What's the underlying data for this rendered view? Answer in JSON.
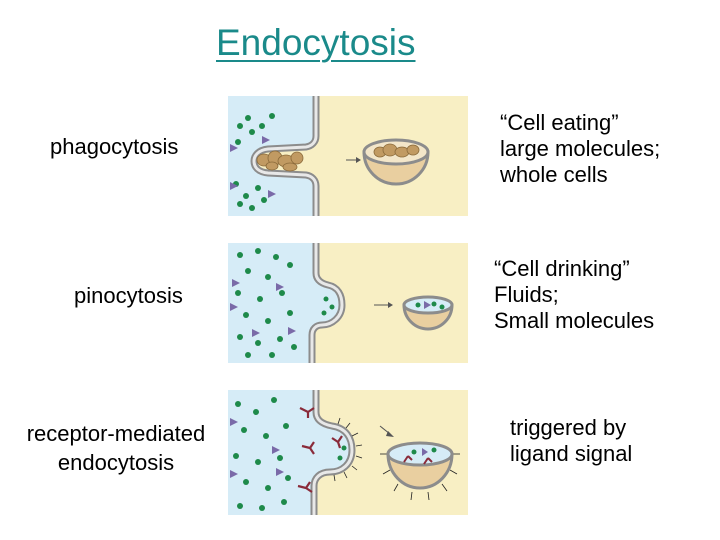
{
  "title": "Endocytosis",
  "processes": [
    {
      "name": "phagocytosis",
      "description": [
        "“Cell eating”",
        "large molecules;",
        "whole cells"
      ]
    },
    {
      "name": "pinocytosis",
      "description": [
        "“Cell drinking”",
        "Fluids;",
        "Small molecules"
      ]
    },
    {
      "name_lines": [
        "receptor-mediated",
        "endocytosis"
      ],
      "description": [
        "triggered by",
        "ligand signal"
      ]
    }
  ],
  "colors": {
    "title": "#1a8a8a",
    "extracellular": "#d6ecf7",
    "cytoplasm": "#f8efc4",
    "membrane": "#9a9a9a",
    "molecule_dot": "#1e8a4a",
    "molecule_triangle": "#7a6aa8",
    "ligand": "#8a2b3a",
    "food_particle": "#c19a62"
  }
}
